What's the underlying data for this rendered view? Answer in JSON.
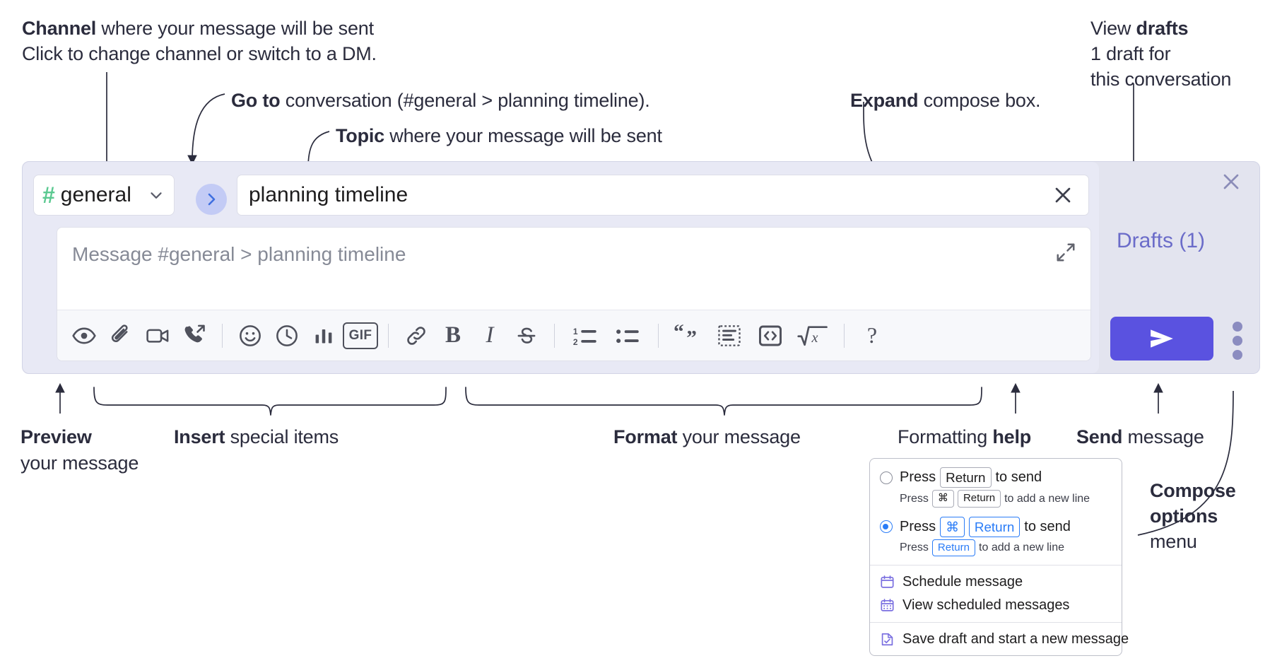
{
  "annotations": {
    "channel": {
      "bold": "Channel",
      "rest": " where your message will be sent",
      "italic": "Click to change channel or switch to a DM."
    },
    "goto": {
      "bold": "Go to",
      "rest": " conversation (#general > planning timeline)."
    },
    "topic": {
      "bold": "Topic",
      "rest": " where your message will be sent"
    },
    "expand": {
      "bold": "Expand",
      "rest": " compose box."
    },
    "drafts": {
      "plain": "View ",
      "bold": "drafts",
      "italic_line1": "1 draft for",
      "italic_line2": "this conversation"
    },
    "preview": {
      "bold": "Preview",
      "line2": "your message"
    },
    "insert": {
      "bold": "Insert",
      "rest": " special items"
    },
    "format": {
      "bold": "Format",
      "rest": " your message"
    },
    "help": {
      "plain": "Formatting ",
      "bold": "help"
    },
    "send": {
      "bold": "Send",
      "rest": " message"
    },
    "compose_options": {
      "bold1": "Compose",
      "bold2": "options",
      "plain": "menu"
    }
  },
  "compose": {
    "channel_name": "general",
    "channel_hash": "#",
    "channel_chevron_icon": "chevron-down-icon",
    "goto_icon": "chevron-right-icon",
    "topic_value": "planning timeline",
    "topic_clear_icon": "close-icon",
    "message_placeholder": "Message #general > planning timeline",
    "expand_icon": "expand-icon",
    "panel_close_icon": "close-icon",
    "drafts_label": "Drafts (1)",
    "send_icon": "send-paper-plane-icon",
    "kebab_icon": "more-vertical-icon",
    "toolbar": [
      {
        "name": "preview-button",
        "icon": "eye-icon",
        "type": "icon"
      },
      {
        "name": "attach-file-button",
        "icon": "paperclip-icon",
        "type": "icon"
      },
      {
        "name": "video-clip-button",
        "icon": "video-camera-icon",
        "type": "icon"
      },
      {
        "name": "audio-clip-button",
        "icon": "phone-forward-icon",
        "type": "icon"
      },
      {
        "name": "toolbar-divider-1",
        "icon": "divider",
        "type": "sep"
      },
      {
        "name": "emoji-button",
        "icon": "smiley-icon",
        "type": "icon"
      },
      {
        "name": "reminder-button",
        "icon": "clock-icon",
        "type": "icon"
      },
      {
        "name": "poll-button",
        "icon": "bar-chart-icon",
        "type": "icon"
      },
      {
        "name": "gif-button",
        "icon": "gif-icon",
        "type": "icon"
      },
      {
        "name": "toolbar-divider-2",
        "icon": "divider",
        "type": "sep"
      },
      {
        "name": "link-button",
        "icon": "link-icon",
        "type": "icon"
      },
      {
        "name": "bold-button",
        "icon": "bold-icon",
        "type": "icon"
      },
      {
        "name": "italic-button",
        "icon": "italic-icon",
        "type": "icon"
      },
      {
        "name": "strikethrough-button",
        "icon": "strikethrough-icon",
        "type": "icon"
      },
      {
        "name": "toolbar-divider-3",
        "icon": "divider",
        "type": "sep"
      },
      {
        "name": "ordered-list-button",
        "icon": "ordered-list-icon",
        "type": "icon"
      },
      {
        "name": "bulleted-list-button",
        "icon": "bulleted-list-icon",
        "type": "icon"
      },
      {
        "name": "toolbar-divider-4",
        "icon": "divider",
        "type": "sep"
      },
      {
        "name": "blockquote-button",
        "icon": "quote-icon",
        "type": "icon"
      },
      {
        "name": "code-inline-button",
        "icon": "code-inline-icon",
        "type": "icon"
      },
      {
        "name": "code-block-button",
        "icon": "code-block-icon",
        "type": "icon"
      },
      {
        "name": "math-button",
        "icon": "square-root-icon",
        "type": "icon"
      },
      {
        "name": "toolbar-divider-5",
        "icon": "divider",
        "type": "sep"
      },
      {
        "name": "formatting-help-button",
        "icon": "question-mark-icon",
        "type": "icon"
      }
    ],
    "gif_label": "GIF",
    "bold_label": "B",
    "italic_label": "I",
    "help_label": "?"
  },
  "options_menu": {
    "option1": {
      "selected": false,
      "main_pre": "Press",
      "main_key": "Return",
      "main_post": "to send",
      "sub_pre": "Press",
      "sub_key1": "⌘",
      "sub_key2": "Return",
      "sub_post": "to add a new line"
    },
    "option2": {
      "selected": true,
      "main_pre": "Press",
      "main_key1": "⌘",
      "main_key2": "Return",
      "main_post": "to send",
      "sub_pre": "Press",
      "sub_key": "Return",
      "sub_post": "to add a new line"
    },
    "items": [
      {
        "label": "Schedule message",
        "icon": "calendar-icon"
      },
      {
        "label": "View scheduled messages",
        "icon": "calendar-grid-icon"
      },
      {
        "label": "Save draft and start a new message",
        "icon": "save-draft-icon"
      }
    ]
  },
  "colors": {
    "panel_bg": "#e8e9f5",
    "panel_outer_bg": "#e3e4ef",
    "send_purple": "#5a52e0",
    "drafts_purple": "#6b6cc9",
    "hash_green": "#5bc991",
    "goto_blue_bg": "#c3cbf5",
    "goto_blue_arrow": "#3f6fe0",
    "radio_blue": "#2a7cf7",
    "text_dark": "#2b2c3d",
    "placeholder_gray": "#868a96"
  }
}
